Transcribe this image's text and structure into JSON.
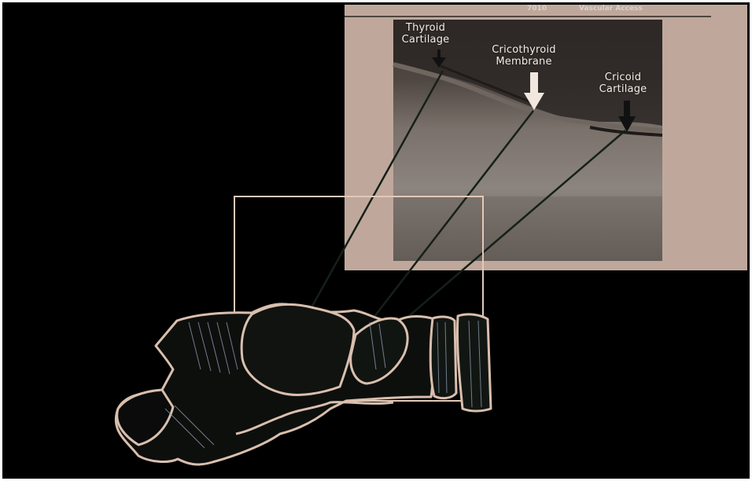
{
  "ultrasound": {
    "labels": {
      "thyroid": "Thyroid\nCartilage",
      "cricothyroid": "Cricothyroid\nMembrane",
      "cricoid": "Cricoid\nCartilage"
    },
    "header": {
      "part1": "7010",
      "part2": "Vascular Access"
    }
  },
  "colors": {
    "background": "#000000",
    "panel": "#bfa89b",
    "outline": "#d9bfae",
    "arrow_light": "#f1e7df",
    "arrow_dark": "#111111"
  }
}
